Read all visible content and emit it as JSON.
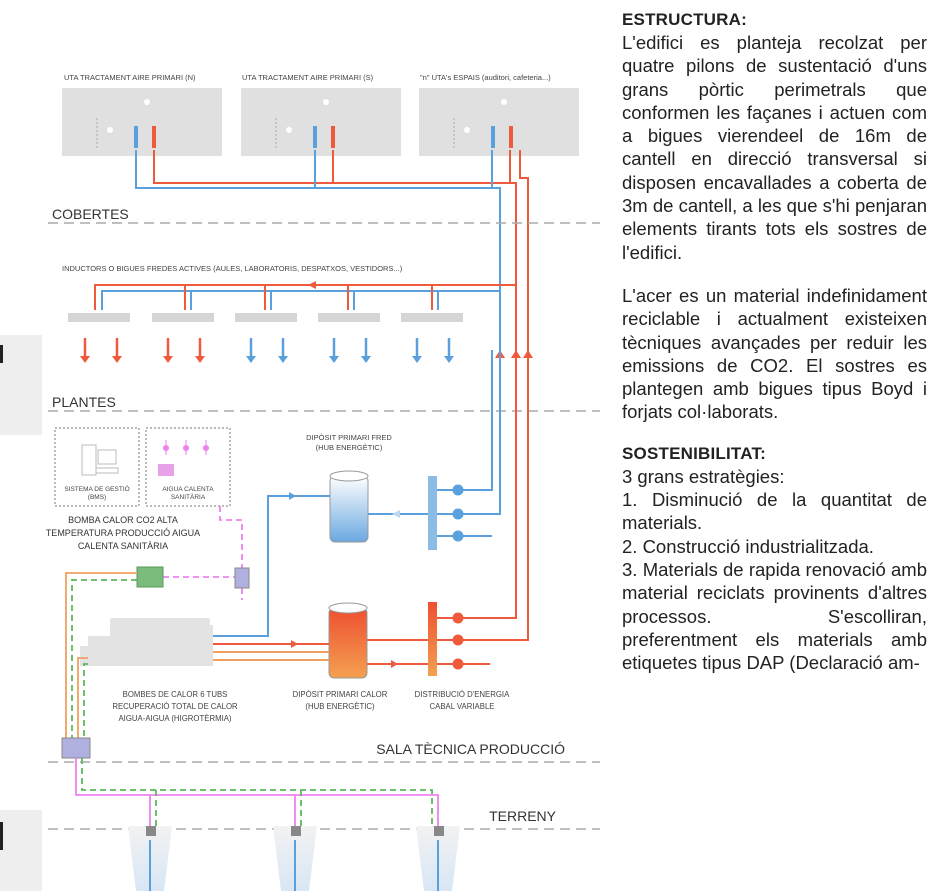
{
  "diagram": {
    "uta_labels": [
      "UTA TRACTAMENT AIRE PRIMARI (N)",
      "UTA TRACTAMENT AIRE PRIMARI (S)",
      "\"n\" UTA's ESPAIS (auditori, cafeteria...)"
    ],
    "levels": {
      "cobertes": "COBERTES",
      "plantes": "PLANTES",
      "sala_tecnica": "SALA TÈCNICA PRODUCCIÓ",
      "terreny": "TERRENY"
    },
    "inductors_label": "INDUCTORS O BIGUES FREDES ACTIVES (AULES, LABORATORIS, DESPATXOS, VESTIDORS...)",
    "bms_label": [
      "SISTEMA DE GESTIÓ",
      "(BMS)"
    ],
    "aigua_label": [
      "AIGUA CALENTA",
      "SANITÀRIA"
    ],
    "bomba_co2_label": [
      "BOMBA CALOR CO2 ALTA",
      "TEMPERATURA PRODUCCIÓ AIGUA",
      "CALENTA SANITÀRIA"
    ],
    "diposit_fred_label": [
      "DIPÒSIT PRIMARI FRED",
      "(HUB ENERGÈTIC)"
    ],
    "bombes_6tubs_label": [
      "BOMBES DE CALOR 6 TUBS",
      "RECUPERACIÓ TOTAL DE CALOR",
      "AIGUA-AIGUA (HIGROTÈRMIA)"
    ],
    "diposit_calor_label": [
      "DIPÒSIT PRIMARI CALOR",
      "(HUB ENERGÈTIC)"
    ],
    "distribucio_label": [
      "DISTRIBUCIÓ D'ENERGIA",
      "CABAL VARIABLE"
    ],
    "colors": {
      "hot": "#ef5a3c",
      "cold": "#5aa0dc",
      "pink": "#ee82ee",
      "green": "#5cb85c",
      "orange": "#f0a060",
      "grey": "#dcdcdc"
    }
  },
  "text": {
    "estructura_title": "ESTRUCTURA:",
    "estructura_p1": "L'edifici es planteja recolzat per quatre pilons de sustentació d'uns grans pòrtic perimetrals que conformen les façanes i actuen com a bigues vierendeel de 16m de cantell en direcció transversal si disposen encavallades a coberta de 3m de cantell, a les que s'hi penjaran elements tirants tots els sostres de l'edifici.",
    "estructura_p2": "L'acer es un material indefinidament reciclable i actualment existeixen tècniques avançades per reduir les emissions de CO2. El sostres es plantegen amb bigues tipus Boyd i forjats col·laborats.",
    "sostenibilitat_title": "SOSTENIBILITAT:",
    "sostenibilitat_intro": "3 grans estratègies:",
    "item1": "1. Disminució de la quantitat de materials.",
    "item2": "2. Construcció industrialitzada.",
    "item3": "3. Materials de rapida renovació amb material reciclats provinents d'altres processos. S'escolliran, preferentment els materials amb etiquetes tipus DAP (Declaració am-"
  }
}
